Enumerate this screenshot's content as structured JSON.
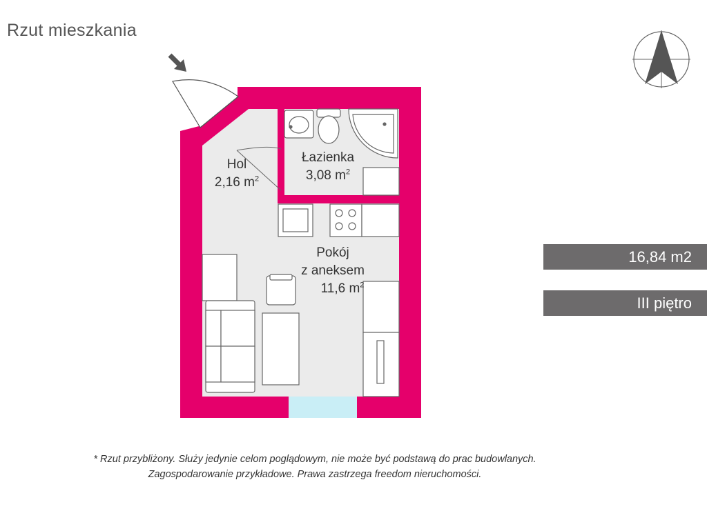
{
  "page": {
    "title": "Rzut mieszkania"
  },
  "rooms": [
    {
      "id": "hol",
      "name": "Hol",
      "area": "2,16 m",
      "unit_sup": "2"
    },
    {
      "id": "lazienka",
      "name": "Łazienka",
      "area": "3,08 m",
      "unit_sup": "2"
    },
    {
      "id": "pokoj",
      "name_line1": "Pokój",
      "name_line2": "z aneksem",
      "area": "11,6 m",
      "unit_sup": "2"
    }
  ],
  "summary": {
    "total_area": "16,84 m2",
    "floor": "III piętro"
  },
  "footer": {
    "line1": "* Rzut przybliżony. Służy jedynie celom poglądowym, nie może być podstawą do prac budowlanych.",
    "line2": "Zagospodarowanie przykładowe. Prawa zastrzega freedom nieruchomości."
  },
  "colors": {
    "wall": "#e5006b",
    "floor": "#ebebeb",
    "window": "#c9eef6",
    "badge": "#6d6b6c"
  },
  "icons": {
    "entrance": "arrow-down-right-icon",
    "north": "north-arrow-icon"
  }
}
